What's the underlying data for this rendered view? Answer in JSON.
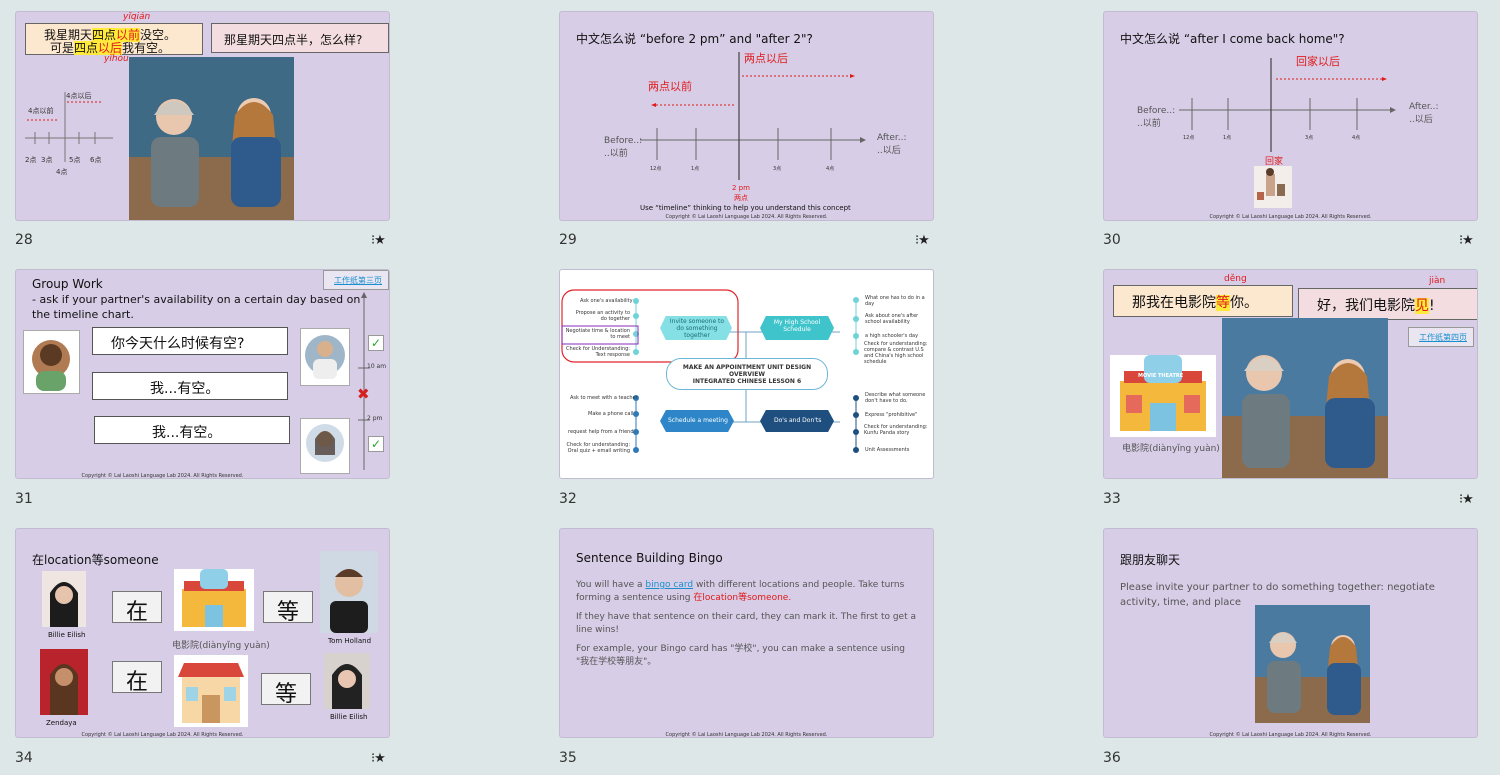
{
  "slides": [
    {
      "number": "28",
      "bubble_left_line1_a": "我星期天",
      "bubble_left_line1_hl1": "四点",
      "bubble_left_line1_hl2": "以前",
      "bubble_left_line1_b": "没空。",
      "bubble_left_line2_a": "可是",
      "bubble_left_line2_hl1": "四点",
      "bubble_left_line2_hl2": "以后",
      "bubble_left_line2_b": "我有空。",
      "pinyin_top": "yǐqián",
      "pinyin_bottom": "yǐhòu",
      "bubble_right": "那星期天四点半，怎么样?",
      "timeline_after": "4点以后",
      "timeline_before": "4点以前",
      "ticks": [
        "2点",
        "3点",
        "4点",
        "5点",
        "6点"
      ]
    },
    {
      "number": "29",
      "title": "中文怎么说 “before 2 pm” and \"after 2\"?",
      "after_label": "两点以后",
      "before_label": "两点以前",
      "axis_before": "Before..:\n..以前",
      "axis_after": "After..:\n..以后",
      "ticks": [
        "12点",
        "1点",
        "3点",
        "4点"
      ],
      "center_label_1": "2 pm",
      "center_label_2": "两点",
      "footer": "Use “timeline” thinking to help you understand this concept",
      "copyright": "Copyright © Lai Laoshi Language Lab 2024. All Rights Reserved."
    },
    {
      "number": "30",
      "title": "中文怎么说 “after I come back home\"?",
      "after_label": "回家以后",
      "axis_before": "Before..:\n..以前",
      "axis_after": "After..:\n..以后",
      "ticks": [
        "12点",
        "1点",
        "3点",
        "4点"
      ],
      "center_label": "回家",
      "copyright": "Copyright © Lai Laoshi Language Lab 2024. All Rights Reserved."
    },
    {
      "number": "31",
      "worksheet_link": "工作纸第三页",
      "title_line1": "Group Work",
      "title_line2": "- ask if your partner's availability on a certain day based on",
      "title_line3": "the timeline chart.",
      "q1": "你今天什么时候有空?",
      "a1": "我...有空。",
      "a2": "我...有空。",
      "time1": "10 am",
      "time2": "2 pm",
      "copyright": "Copyright © Lai Laoshi Language Lab 2024. All Rights Reserved."
    },
    {
      "number": "32",
      "center_line1": "MAKE AN APPOINTMENT UNIT DESIGN",
      "center_line2": "OVERVIEW",
      "center_line3": "INTEGRATED CHINESE LESSON 6",
      "node1": "Invite someone to do something together",
      "node2": "My High School Schedule",
      "node3": "Schedule a meeting",
      "node4": "Do's and Don'ts",
      "left_top": [
        "Ask one's availability",
        "Propose an activity to do together",
        "Negotiate time & location to meet",
        "Check for Understanding: Text response"
      ],
      "left_bottom": [
        "Ask to meet with a teacher",
        "Make a phone call",
        "request help from a friend",
        "Check for understanding: Oral quiz + email writing"
      ],
      "right_top": [
        "What one has to do in a day",
        "Ask about one's after school availability",
        "a high schooler's day",
        "Check for understanding: compare & contrast U.S and China's high school schedule"
      ],
      "right_bottom": [
        "Describe what someone don't have to do.",
        "Express \"prohibitive\"",
        "Check for understanding: Kunfu Panda story",
        "Unit Assessments"
      ]
    },
    {
      "number": "33",
      "pinyin1": "děng",
      "pinyin2": "jiàn",
      "bubble1_a": "那我在电影院",
      "bubble1_hl": "等",
      "bubble1_b": "你。",
      "bubble2_a": "好，我们电影院",
      "bubble2_hl": "见",
      "bubble2_b": "!",
      "worksheet_link": "工作纸第四页",
      "cinema_label": "电影院(diànyǐng yuàn)",
      "sign": "MOVIE THEATRE"
    },
    {
      "number": "34",
      "title": "在location等someone",
      "zai": "在",
      "deng": "等",
      "names": [
        "Billie Eilish",
        "Tom Holland",
        "Zendaya",
        "Billie Eilish"
      ],
      "cinema_label": "电影院(diànyǐng yuàn)",
      "sign": "MOVIE THEATRE",
      "copyright": "Copyright © Lai Laoshi Language Lab 2024. All Rights Reserved."
    },
    {
      "number": "35",
      "title": "Sentence Building Bingo",
      "p1_a": "You will have a ",
      "p1_link": "bingo card",
      "p1_b": " with different locations and people. Take turns forming",
      "p1_c": "a sentence using ",
      "p1_red": "在location等someone.",
      "p2": "If they have that sentence on their card, they can mark it. The first to get a line wins!",
      "p3": "For example, your Bingo card has \"学校\", you can make a sentence using \"我在学校等朋友\"。",
      "copyright": "Copyright © Lai Laoshi Language Lab 2024. All Rights Reserved."
    },
    {
      "number": "36",
      "title": "跟朋友聊天",
      "body": "Please invite your partner to do something together: negotiate activity, time, and place",
      "copyright": "Copyright © Lai Laoshi Language Lab 2024. All Rights Reserved."
    }
  ],
  "star_icon": "★",
  "colors": {
    "background": "#dde7e7",
    "slide": "#d7cde6",
    "red": "#e01b1b",
    "highlight": "#ffe93a"
  }
}
